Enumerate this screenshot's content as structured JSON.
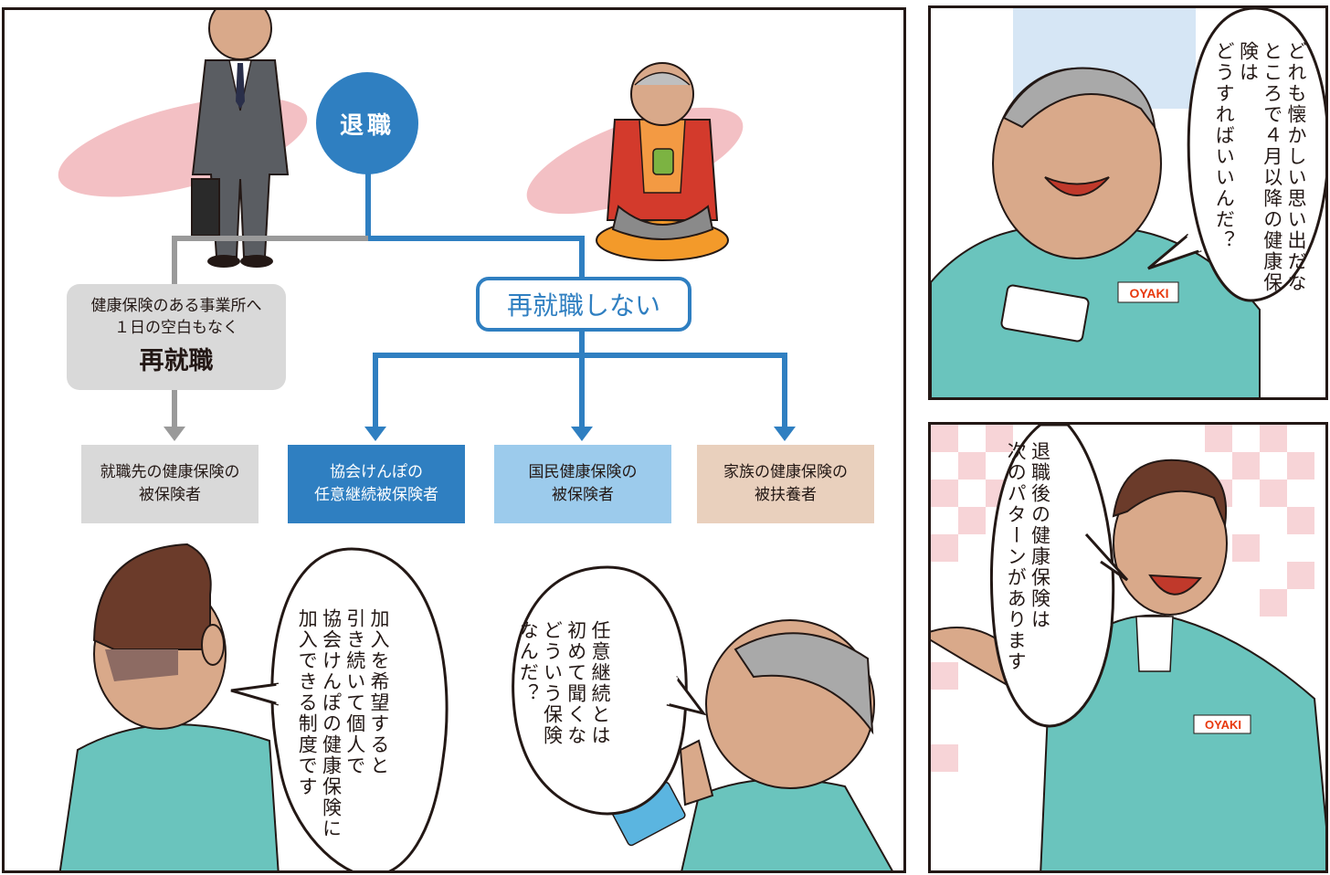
{
  "flowchart": {
    "retire_label": "退職",
    "not_reemployed_label": "再就職しない",
    "reemployed": {
      "line1": "健康保険のある事業所へ",
      "line2": "１日の空白もなく",
      "line3": "再就職"
    },
    "destinations": [
      {
        "line1": "就職先の健康保険の",
        "line2": "被保険者",
        "color": "#d9d9d9",
        "text_color": "#231815"
      },
      {
        "line1": "協会けんぽの",
        "line2": "任意継続被保険者",
        "color": "#2f7fc1",
        "text_color": "#ffffff"
      },
      {
        "line1": "国民健康保険の",
        "line2": "被保険者",
        "color": "#9ccbec",
        "text_color": "#231815"
      },
      {
        "line1": "家族の健康保険の",
        "line2": "被扶養者",
        "color": "#e9d0bd",
        "text_color": "#231815"
      }
    ],
    "colors": {
      "blue_line": "#2f7fc1",
      "gray_line": "#9a9a9a",
      "shirt": "#6ac4bd",
      "logo_red": "#e8380d"
    }
  },
  "speech": {
    "old_man_top": [
      "どれも懐かしい思い出だな",
      "ところで４月以降の健康保険は",
      "どうすればいいんだ？"
    ],
    "young_man_right": [
      "退職後の健康保険は",
      "次のパターンがあります"
    ],
    "young_man_bottom": [
      "加入を希望すると",
      "引き続いて個人で",
      "協会けんぽの健康保険に",
      "加入できる制度です"
    ],
    "old_man_bottom": [
      "任意継続とは",
      "初めて聞くな",
      "どういう保険",
      "なんだ？"
    ]
  },
  "logos": {
    "uniform_logo": "OYAKI"
  }
}
